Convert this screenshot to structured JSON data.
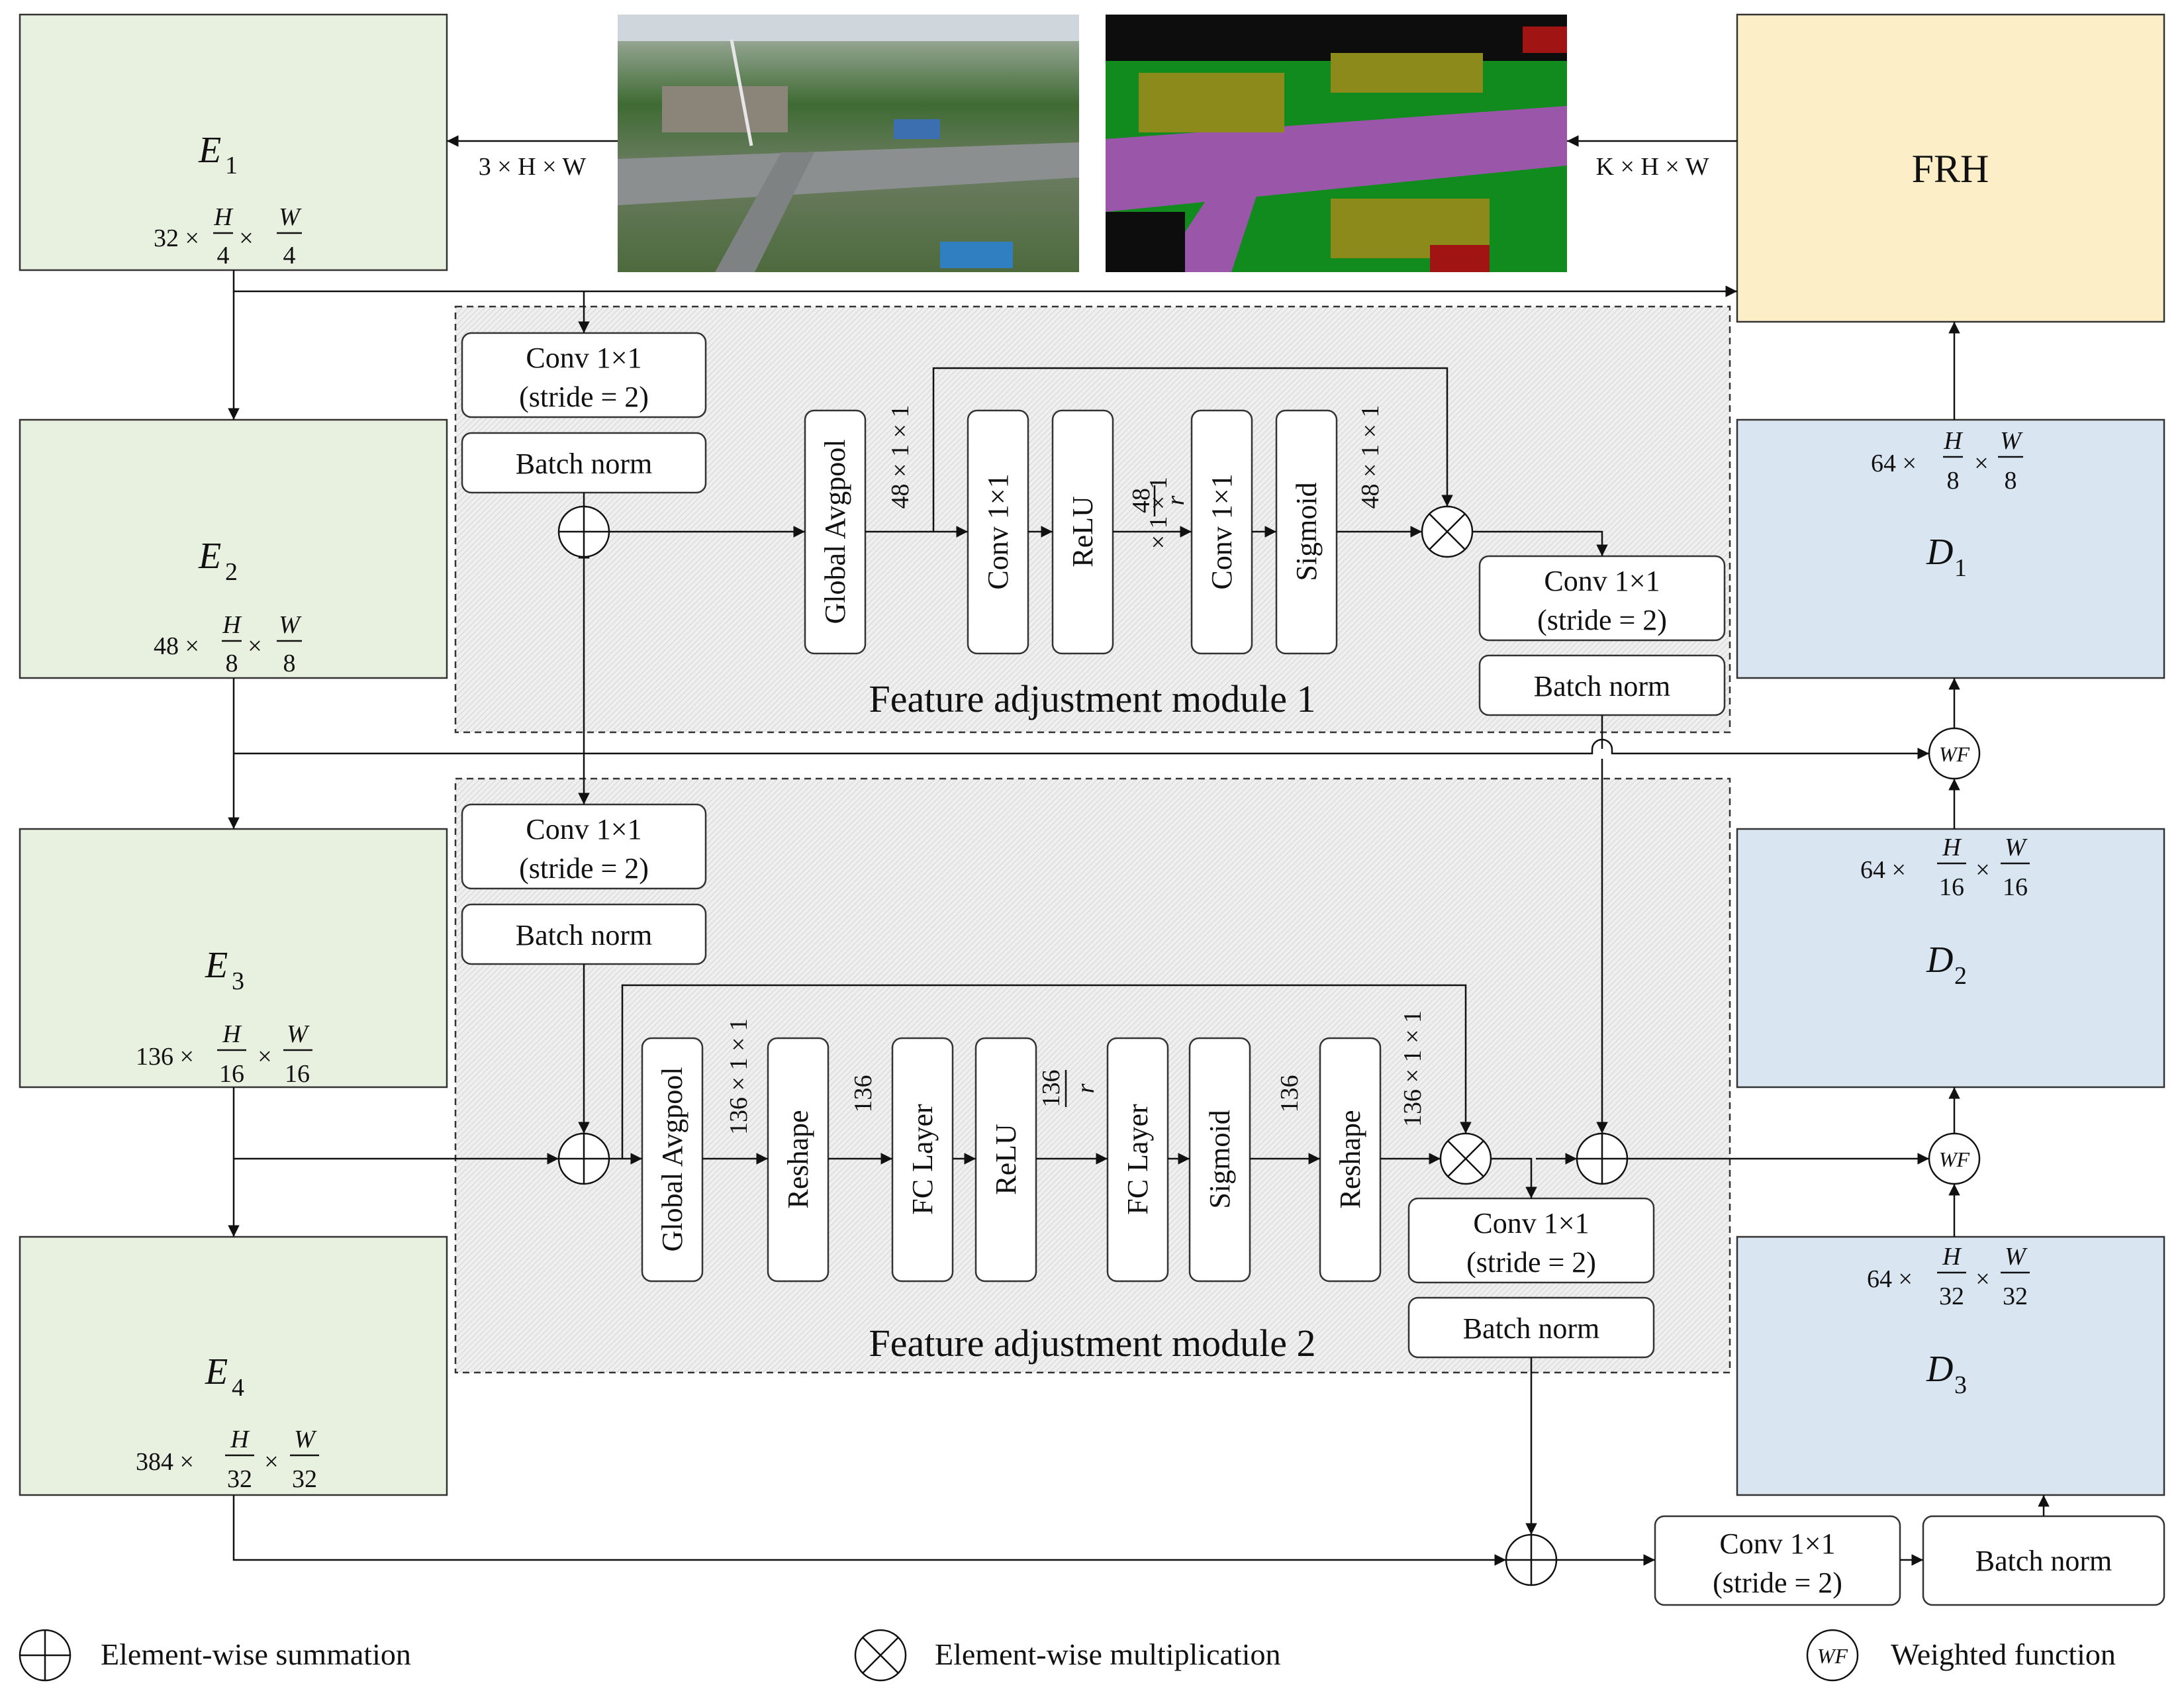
{
  "encoder": [
    {
      "label": "E",
      "sub": "1",
      "channels": "32 ×",
      "hnum": "H",
      "hden": "4",
      "wnum": "W",
      "wden": "4"
    },
    {
      "label": "E",
      "sub": "2",
      "channels": "48 ×",
      "hnum": "H",
      "hden": "8",
      "wnum": "W",
      "wden": "8"
    },
    {
      "label": "E",
      "sub": "3",
      "channels": "136 ×",
      "hnum": "H",
      "hden": "16",
      "wnum": "W",
      "wden": "16"
    },
    {
      "label": "E",
      "sub": "4",
      "channels": "384 ×",
      "hnum": "H",
      "hden": "32",
      "wnum": "W",
      "wden": "32"
    }
  ],
  "decoder": [
    {
      "label": "D",
      "sub": "1",
      "channels": "64 ×",
      "hnum": "H",
      "hden": "8",
      "wnum": "W",
      "wden": "8"
    },
    {
      "label": "D",
      "sub": "2",
      "channels": "64 ×",
      "hnum": "H",
      "hden": "16",
      "wnum": "W",
      "wden": "16"
    },
    {
      "label": "D",
      "sub": "3",
      "channels": "64 ×",
      "hnum": "H",
      "hden": "32",
      "wnum": "W",
      "wden": "32"
    }
  ],
  "frh": {
    "label": "FRH",
    "arrow_label": "K × H × W"
  },
  "input": {
    "arrow_label": "3 × H × W"
  },
  "module1": {
    "title": "Feature adjustment module 1",
    "conv": "Conv 1×1",
    "stride": "(stride = 2)",
    "batch_norm": "Batch norm",
    "global_avgpool": "Global Avgpool",
    "dim": "48 × 1 × 1",
    "conv_v": "Conv 1×1",
    "relu": "ReLU",
    "reduced_num": "48",
    "reduced_den": "r",
    "reduced_rest": "× 1 × 1",
    "conv_v2": "Conv 1×1",
    "sigmoid": "Sigmoid",
    "dim_out": "48 × 1 × 1",
    "out_conv": "Conv 1×1",
    "out_stride": "(stride = 2)",
    "out_bn": "Batch norm"
  },
  "module2": {
    "title": "Feature adjustment module 2",
    "conv": "Conv 1×1",
    "stride": "(stride = 2)",
    "batch_norm": "Batch norm",
    "global_avgpool": "Global Avgpool",
    "dim": "136 × 1 × 1",
    "reshape": "Reshape",
    "flat": "136",
    "fc1": "FC Layer",
    "relu": "ReLU",
    "reduced_num": "136",
    "reduced_den": "r",
    "fc2": "FC Layer",
    "sigmoid": "Sigmoid",
    "flat2": "136",
    "reshape2": "Reshape",
    "dim_out": "136 × 1 × 1",
    "out_conv": "Conv 1×1",
    "out_stride": "(stride = 2)",
    "out_bn": "Batch norm"
  },
  "bottom": {
    "conv": "Conv 1×1",
    "stride": "(stride = 2)",
    "batch_norm": "Batch norm"
  },
  "wf_label": "WF",
  "legend": {
    "sum": "Element-wise summation",
    "mult": "Element-wise multiplication",
    "wf": "Weighted function"
  },
  "colors": {
    "encoder_fill": "#e8f0e0",
    "decoder_fill": "#d9e6f2",
    "frh_fill": "#fcefc8",
    "module_fill": "#ededed"
  }
}
